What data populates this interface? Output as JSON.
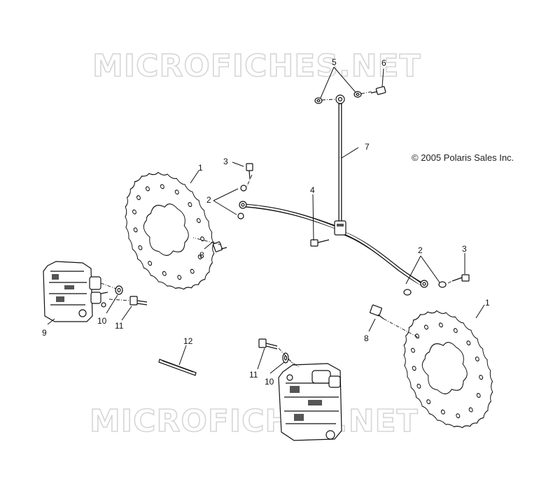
{
  "watermark_text": "MICROFICHES.NET",
  "copyright": "© 2005 Polaris Sales Inc.",
  "callouts": {
    "c1a": "1",
    "c1b": "1",
    "c2a": "2",
    "c2b": "2",
    "c3a": "3",
    "c3b": "3",
    "c4": "4",
    "c5": "5",
    "c6": "6",
    "c7": "7",
    "c8a": "8",
    "c8b": "8",
    "c9": "9",
    "c10a": "10",
    "c10b": "10",
    "c11a": "11",
    "c11b": "11",
    "c12": "12"
  }
}
